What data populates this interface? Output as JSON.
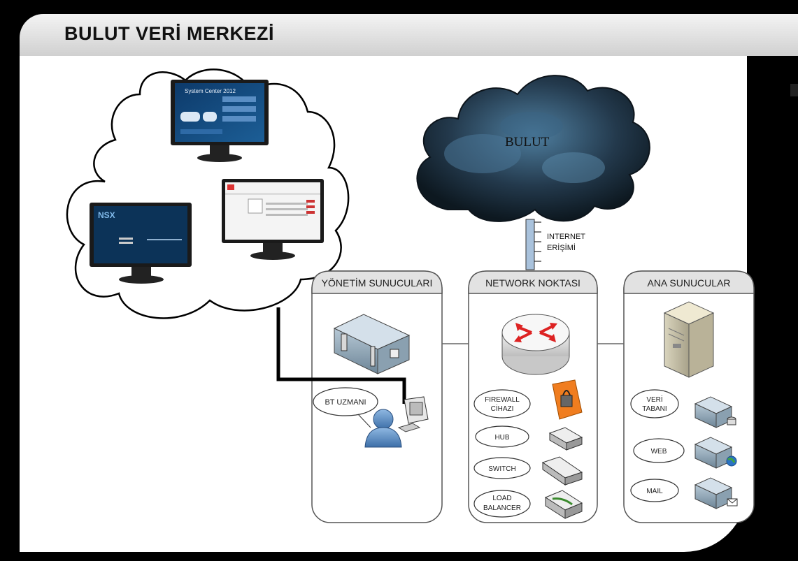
{
  "title": "BULUT VERİ MERKEZİ",
  "cloud_label": "BULUT",
  "internet_label_1": "INTERNET",
  "internet_label_2": "ERİŞİMİ",
  "panels": {
    "management": {
      "title": "YÖNETİM SUNUCULARI",
      "user_label": "BT UZMANI"
    },
    "network": {
      "title": "NETWORK NOKTASI",
      "items": [
        {
          "label_1": "FIREWALL",
          "label_2": "CİHAZI"
        },
        {
          "label_1": "HUB",
          "label_2": ""
        },
        {
          "label_1": "SWITCH",
          "label_2": ""
        },
        {
          "label_1": "LOAD",
          "label_2": "BALANCER"
        }
      ]
    },
    "main": {
      "title": "ANA SUNUCULAR",
      "items": [
        {
          "label_1": "VERİ",
          "label_2": "TABANI"
        },
        {
          "label_1": "WEB",
          "label_2": ""
        },
        {
          "label_1": "MAIL",
          "label_2": ""
        }
      ]
    }
  },
  "monitor_screens": {
    "top": "System Center 2012",
    "left": "NSX"
  }
}
